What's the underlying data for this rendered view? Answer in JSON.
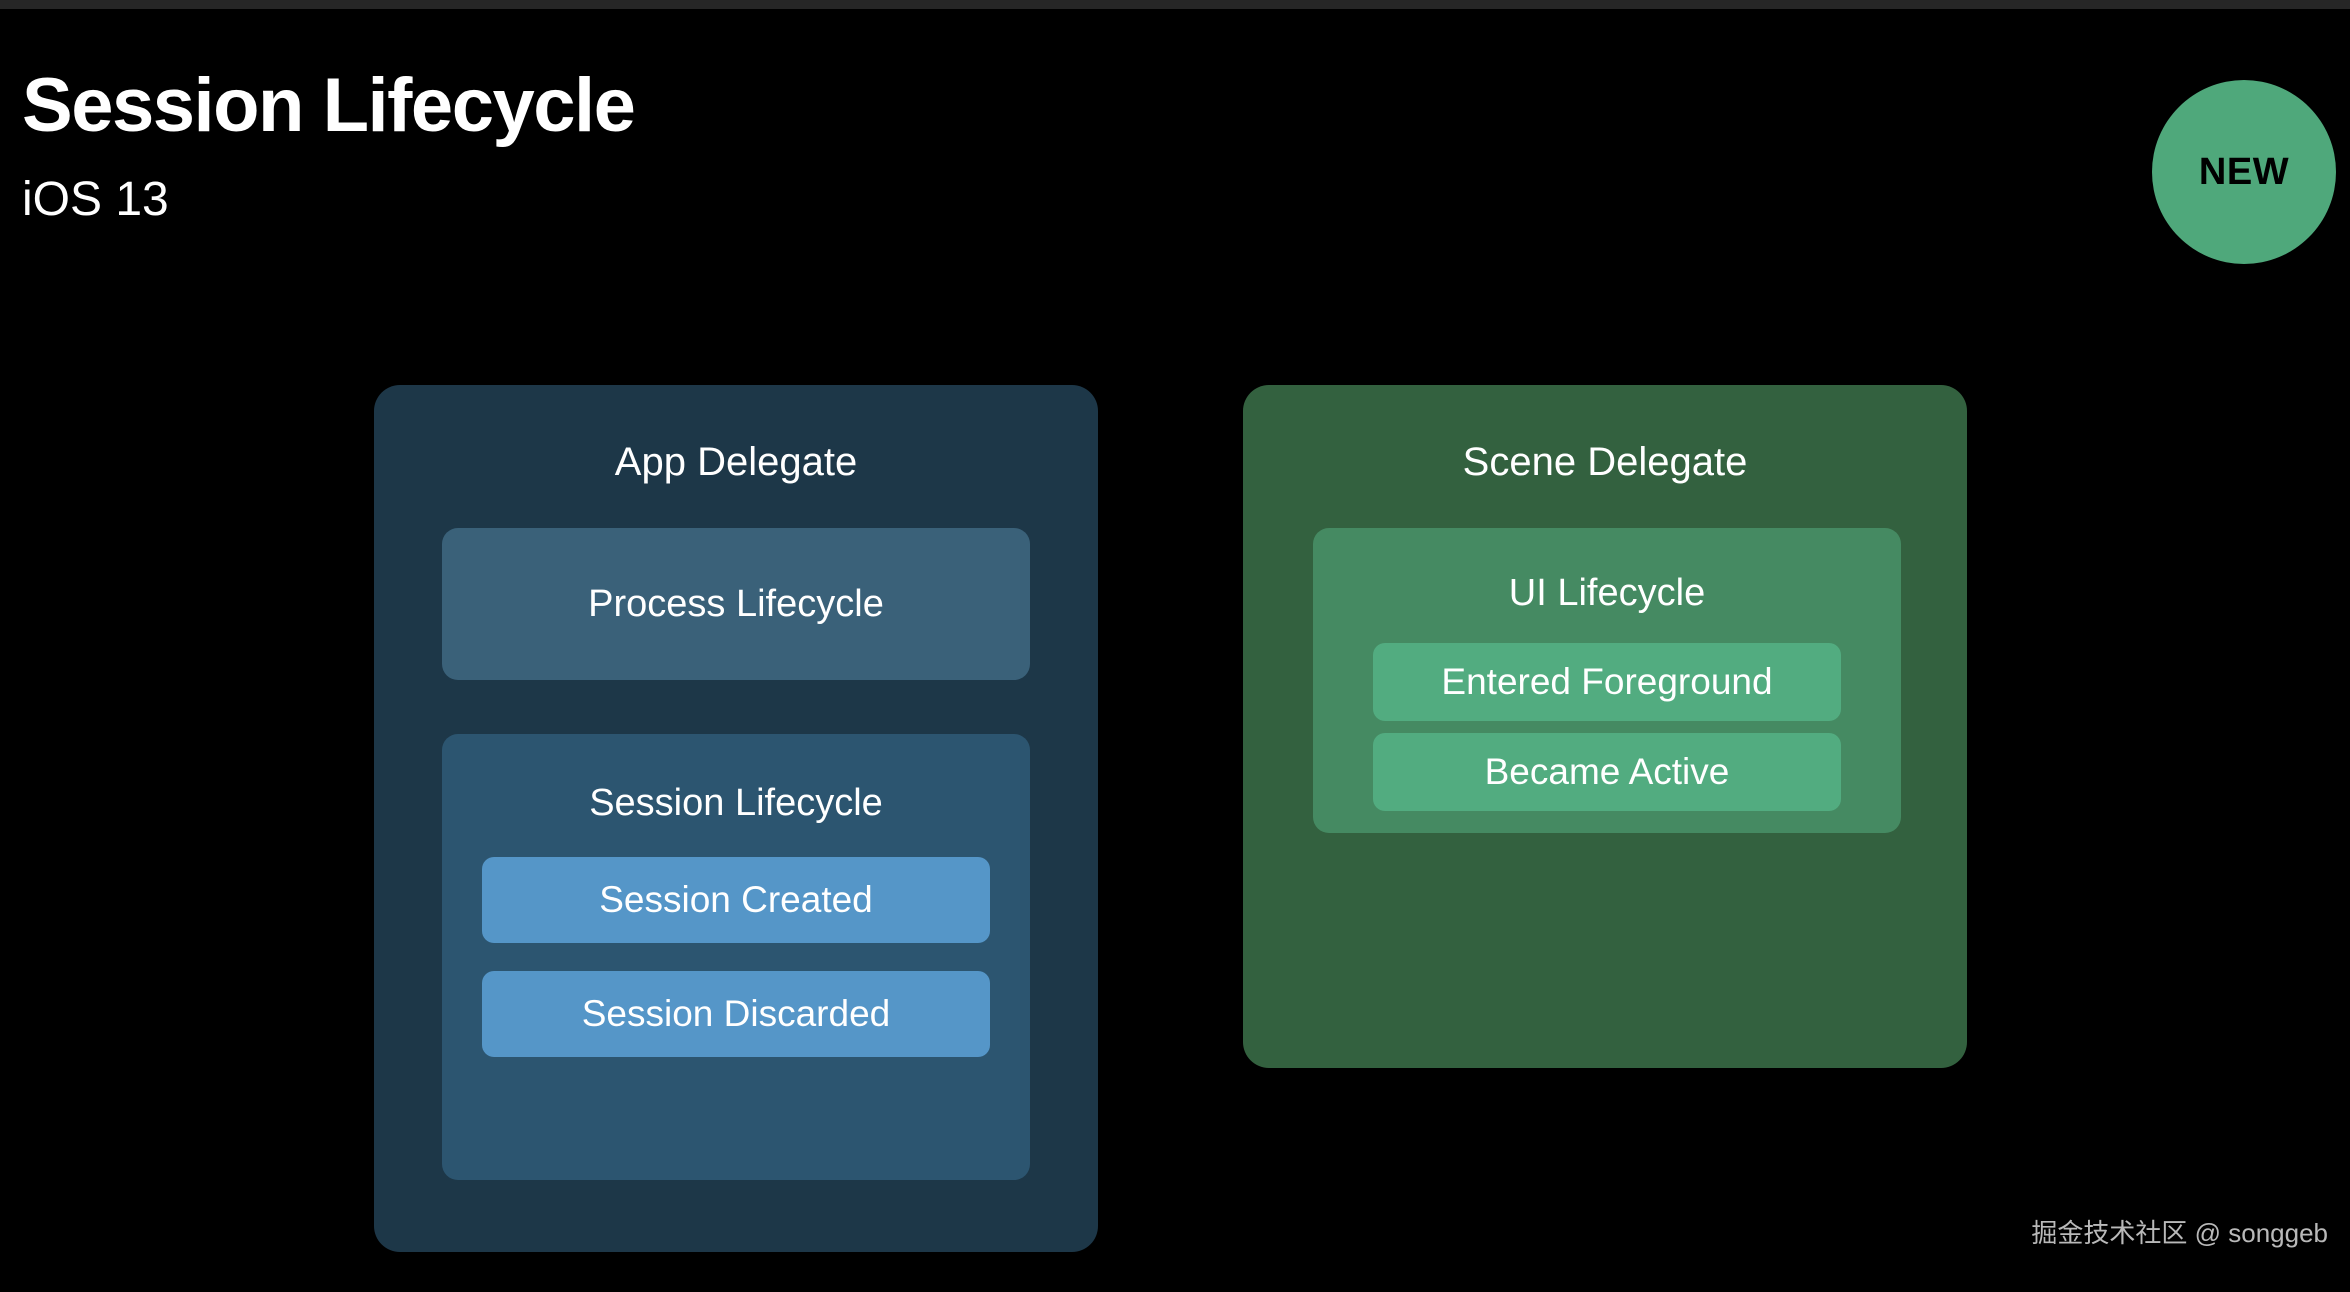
{
  "slide": {
    "title": "Session Lifecycle",
    "subtitle": "iOS 13",
    "background_color": "#000000",
    "top_strip_color": "#262626"
  },
  "badge": {
    "label": "NEW",
    "shape": "circle",
    "fill_color": "#4FA87B",
    "text_color": "#000000"
  },
  "diagram": {
    "type": "nested-boxes",
    "cards": [
      {
        "id": "app-delegate",
        "title": "App Delegate",
        "color": "#1D3748",
        "sections": [
          {
            "id": "process-lifecycle",
            "label": "Process Lifecycle",
            "color": "#3A6179",
            "items": []
          },
          {
            "id": "session-lifecycle",
            "label": "Session Lifecycle",
            "color": "#2C5570",
            "item_color": "#5596C8",
            "items": [
              {
                "label": "Session Created"
              },
              {
                "label": "Session Discarded"
              }
            ]
          }
        ]
      },
      {
        "id": "scene-delegate",
        "title": "Scene Delegate",
        "color": "#33613F",
        "sections": [
          {
            "id": "ui-lifecycle",
            "label": "UI Lifecycle",
            "color": "#458A62",
            "item_color": "#52AC80",
            "items": [
              {
                "label": "Entered Foreground"
              },
              {
                "label": "Became Active"
              }
            ]
          }
        ]
      }
    ]
  },
  "watermark": {
    "text": "掘金技术社区 @ songgeb"
  }
}
